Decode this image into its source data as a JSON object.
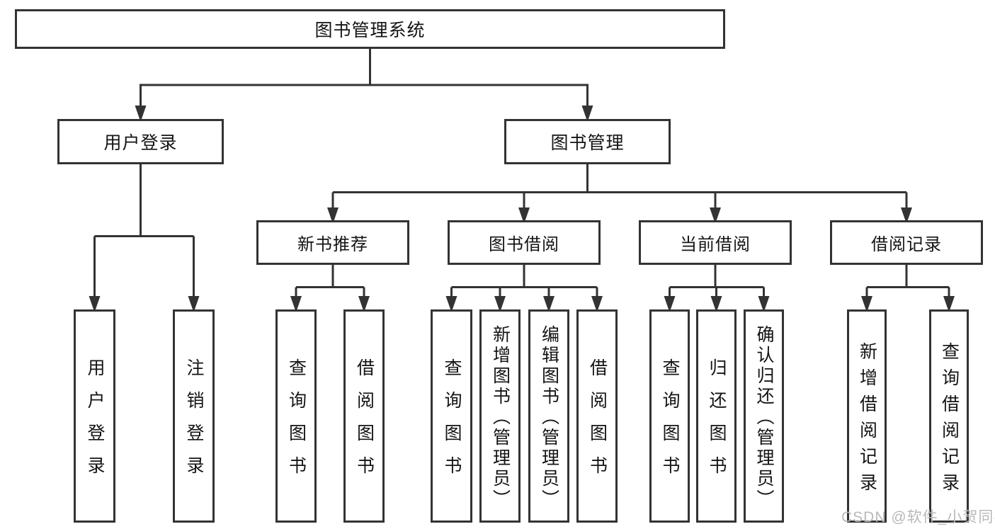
{
  "diagram": {
    "title": "图书管理系统",
    "root": {
      "label": "图书管理系统"
    },
    "level2": [
      {
        "label": "用户登录",
        "children": [
          "用户登录",
          "注销登录"
        ]
      },
      {
        "label": "图书管理",
        "children": [
          "新书推荐",
          "图书借阅",
          "当前借阅",
          "借阅记录"
        ]
      }
    ],
    "level3": [
      {
        "label": "新书推荐",
        "parent": "图书管理",
        "children": [
          "查询图书",
          "借阅图书"
        ]
      },
      {
        "label": "图书借阅",
        "parent": "图书管理",
        "children": [
          "查询图书",
          "新增图书（管理员）",
          "编辑图书（管理员）",
          "借阅图书"
        ]
      },
      {
        "label": "当前借阅",
        "parent": "图书管理",
        "children": [
          "查询图书",
          "归还图书",
          "确认归还（管理员）"
        ]
      },
      {
        "label": "借阅记录",
        "parent": "图书管理",
        "children": [
          "新增借阅记录",
          "查询借阅记录"
        ]
      }
    ],
    "leaves": [
      {
        "label": "用户登录",
        "parent": "用户登录"
      },
      {
        "label": "注销登录",
        "parent": "用户登录"
      },
      {
        "label": "查询图书",
        "parent": "新书推荐"
      },
      {
        "label": "借阅图书",
        "parent": "新书推荐"
      },
      {
        "label": "查询图书",
        "parent": "图书借阅"
      },
      {
        "label": "新增图书（管理员）",
        "parent": "图书借阅"
      },
      {
        "label": "编辑图书（管理员）",
        "parent": "图书借阅"
      },
      {
        "label": "借阅图书",
        "parent": "图书借阅"
      },
      {
        "label": "查询图书",
        "parent": "当前借阅"
      },
      {
        "label": "归还图书",
        "parent": "当前借阅"
      },
      {
        "label": "确认归还（管理员）",
        "parent": "当前借阅"
      },
      {
        "label": "新增借阅记录",
        "parent": "借阅记录"
      },
      {
        "label": "查询借阅记录",
        "parent": "借阅记录"
      }
    ]
  },
  "watermark": {
    "text": "CSDN @软件_小贺同学"
  },
  "colors": {
    "line": "#333333",
    "text": "#141414",
    "watermark": "#b9b9b9",
    "background": "#ffffff"
  }
}
